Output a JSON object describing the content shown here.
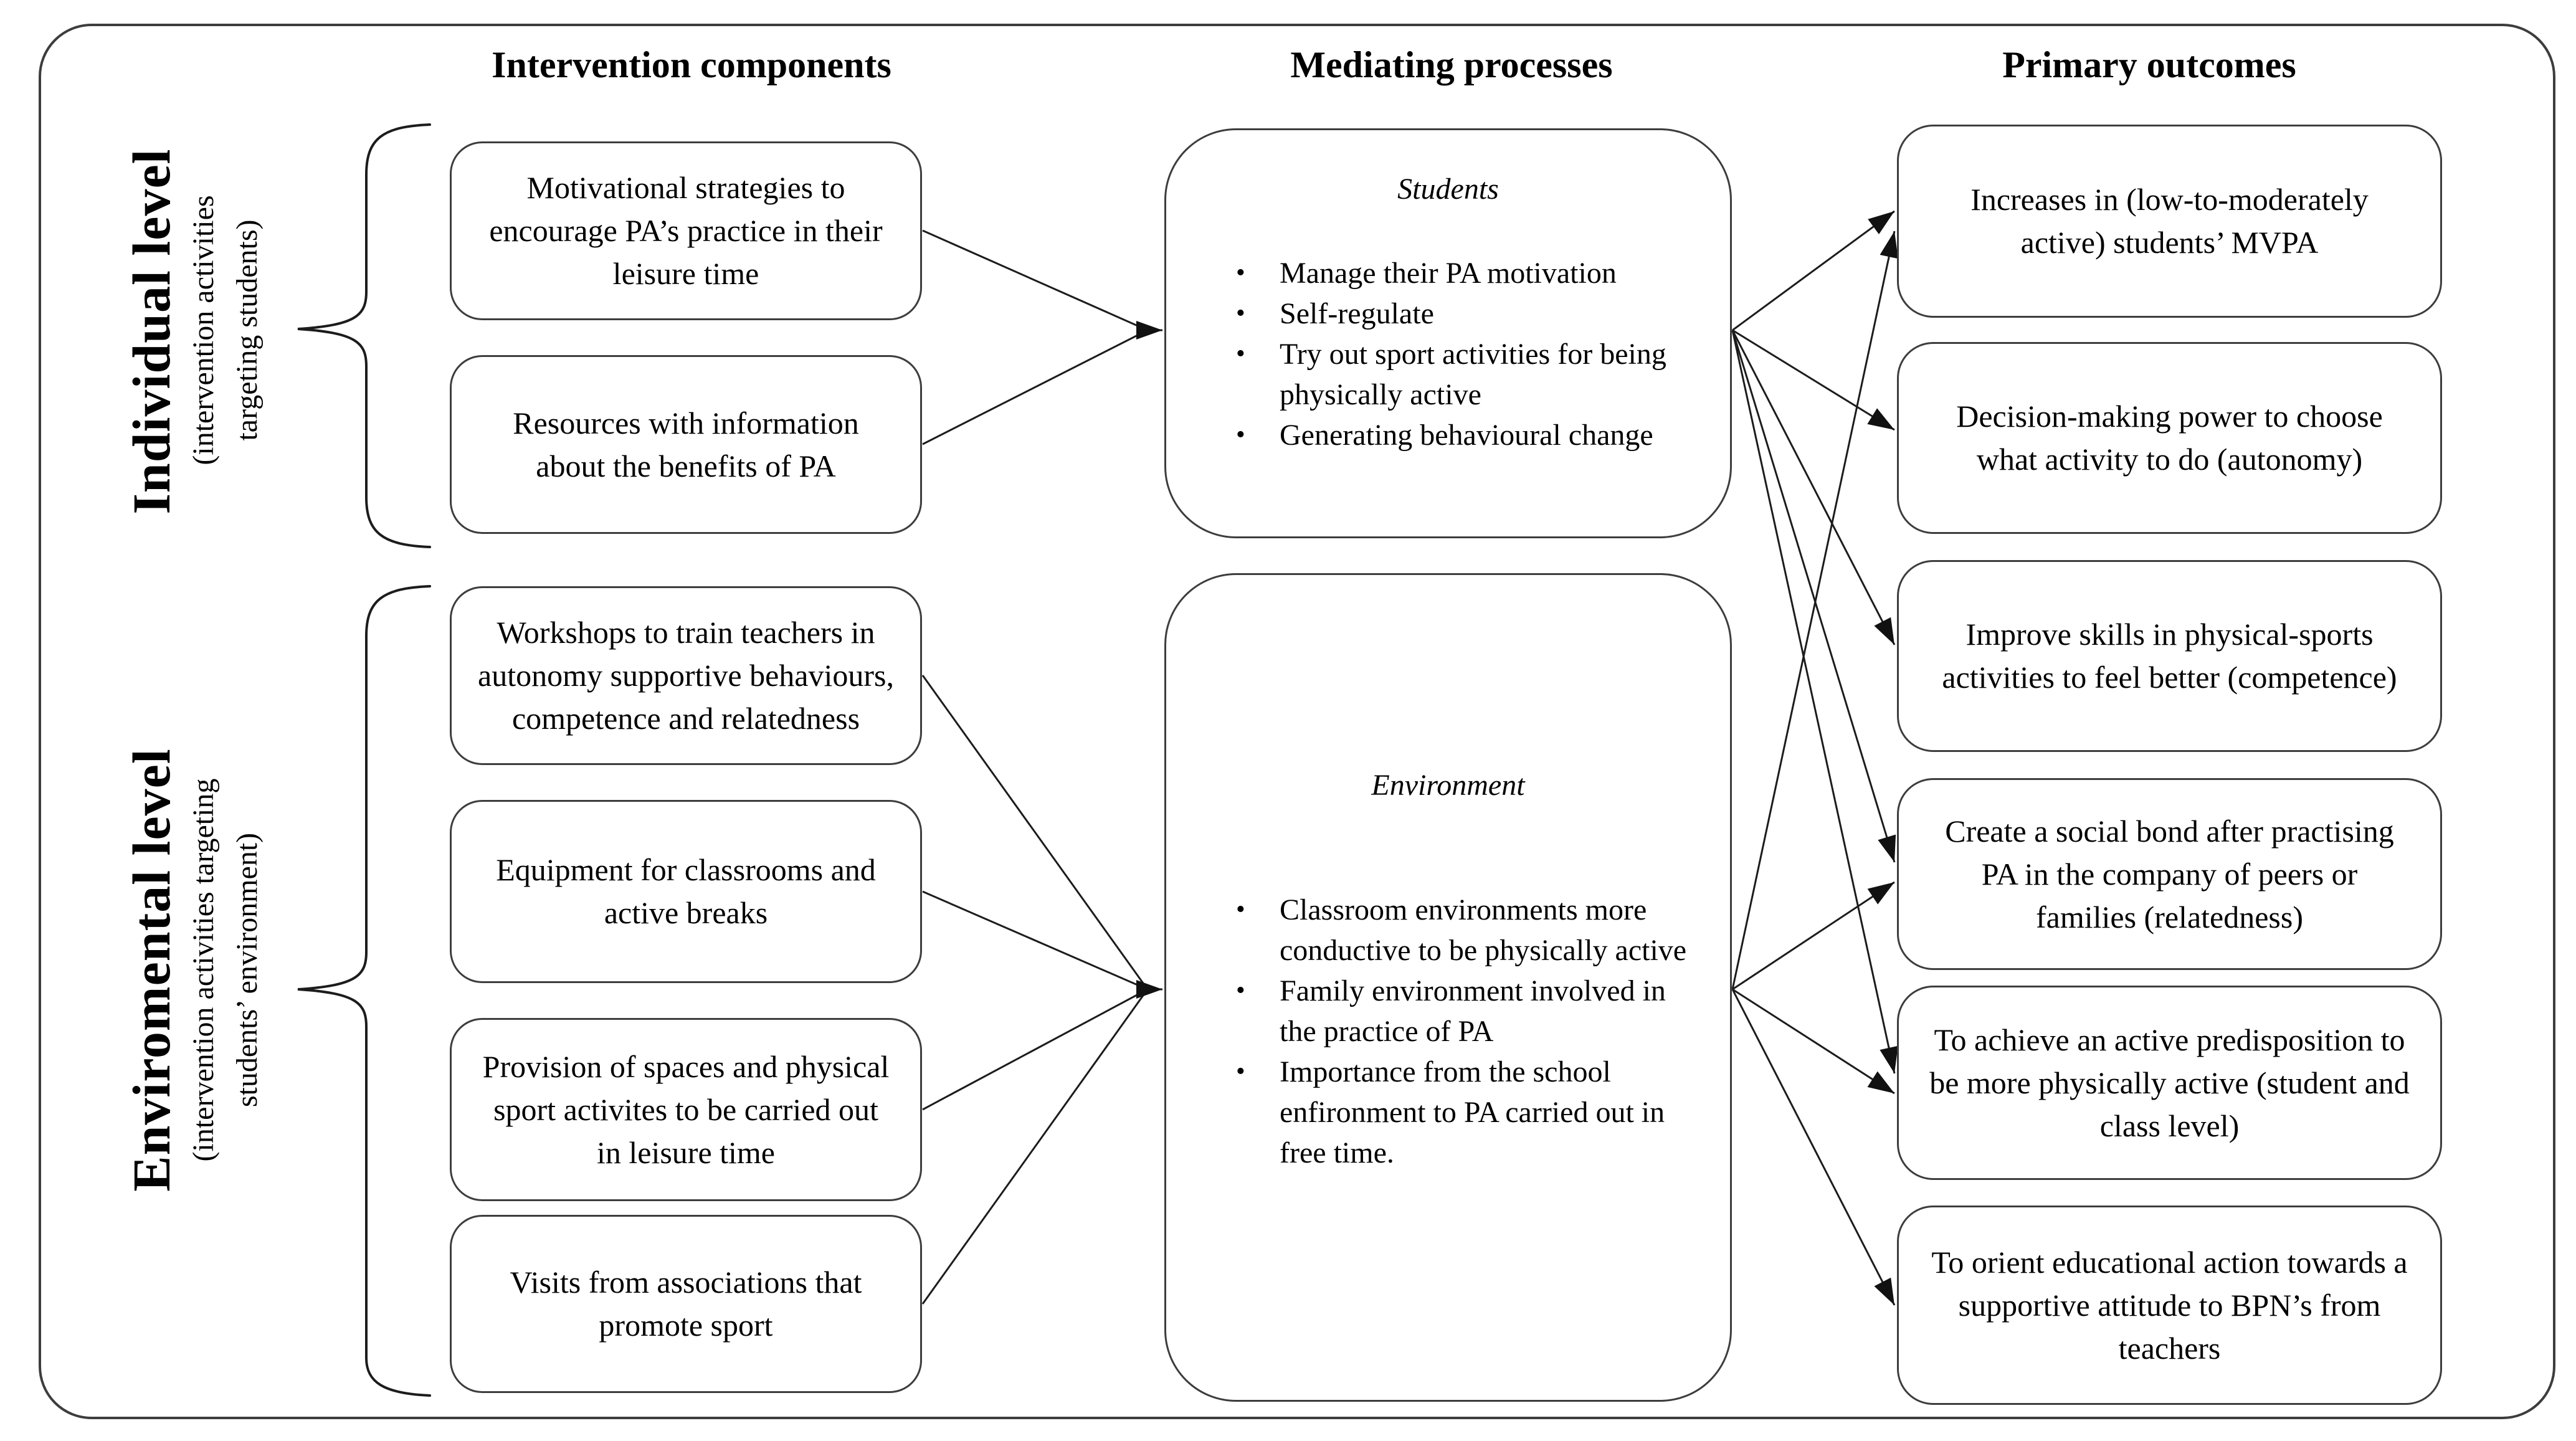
{
  "headers": {
    "col1": "Intervention components",
    "col2": "Mediating processes",
    "col3": "Primary outcomes"
  },
  "levels": [
    {
      "title": "Individual level",
      "subtitle_lines": [
        "(intervention activities",
        "targeting students)"
      ]
    },
    {
      "title": "Enviromental level",
      "subtitle_lines": [
        "(intervention activities targeting",
        "students’ environment)"
      ]
    }
  ],
  "intervention_boxes": [
    {
      "label": "Motivational strategies to encourage PA’s practice in their leisure time"
    },
    {
      "label": "Resources with information about the benefits of PA"
    },
    {
      "label": "Workshops to train teachers in autonomy supportive behaviours, competence and relatedness"
    },
    {
      "label": "Equipment for classrooms and active breaks"
    },
    {
      "label": "Provision of spaces and physical sport activites to be carried out in leisure time"
    },
    {
      "label": "Visits from associations that promote sport"
    }
  ],
  "mediators": [
    {
      "title": "Students",
      "bullets": [
        "Manage their PA motivation",
        "Self-regulate",
        "Try out sport activities for being physically active",
        "Generating behavioural change"
      ]
    },
    {
      "title": "Environment",
      "bullets": [
        "Classroom environments more conductive to be physically active",
        "Family environment involved in the practice of PA",
        "Importance from the school enfironment to PA carried out in free time."
      ]
    }
  ],
  "outcomes": [
    {
      "label": "Increases in (low-to-moderately active) students’ MVPA"
    },
    {
      "label": "Decision-making power to choose what activity to do (autonomy)"
    },
    {
      "label": "Improve skills in physical-sports activities to feel better (competence)"
    },
    {
      "label": "Create a social bond after practising PA in the company of peers or families (relatedness)"
    },
    {
      "label": "To achieve an active predisposition to be more physically active (student and class level)"
    },
    {
      "label": "To orient educational action towards a supportive attitude to BPN’s from teachers"
    }
  ],
  "connections": {
    "individual_inputs": [
      0,
      1
    ],
    "environmental_inputs": [
      2,
      3,
      4,
      5
    ],
    "students_to_outcomes": [
      0,
      1,
      2,
      3,
      4
    ],
    "environment_to_outcomes": [
      0,
      3,
      4,
      5
    ]
  },
  "colors": {
    "background": "#ffffff",
    "box_border": "#3d3d3d",
    "line": "#1c1c1c",
    "text": "#000000"
  }
}
